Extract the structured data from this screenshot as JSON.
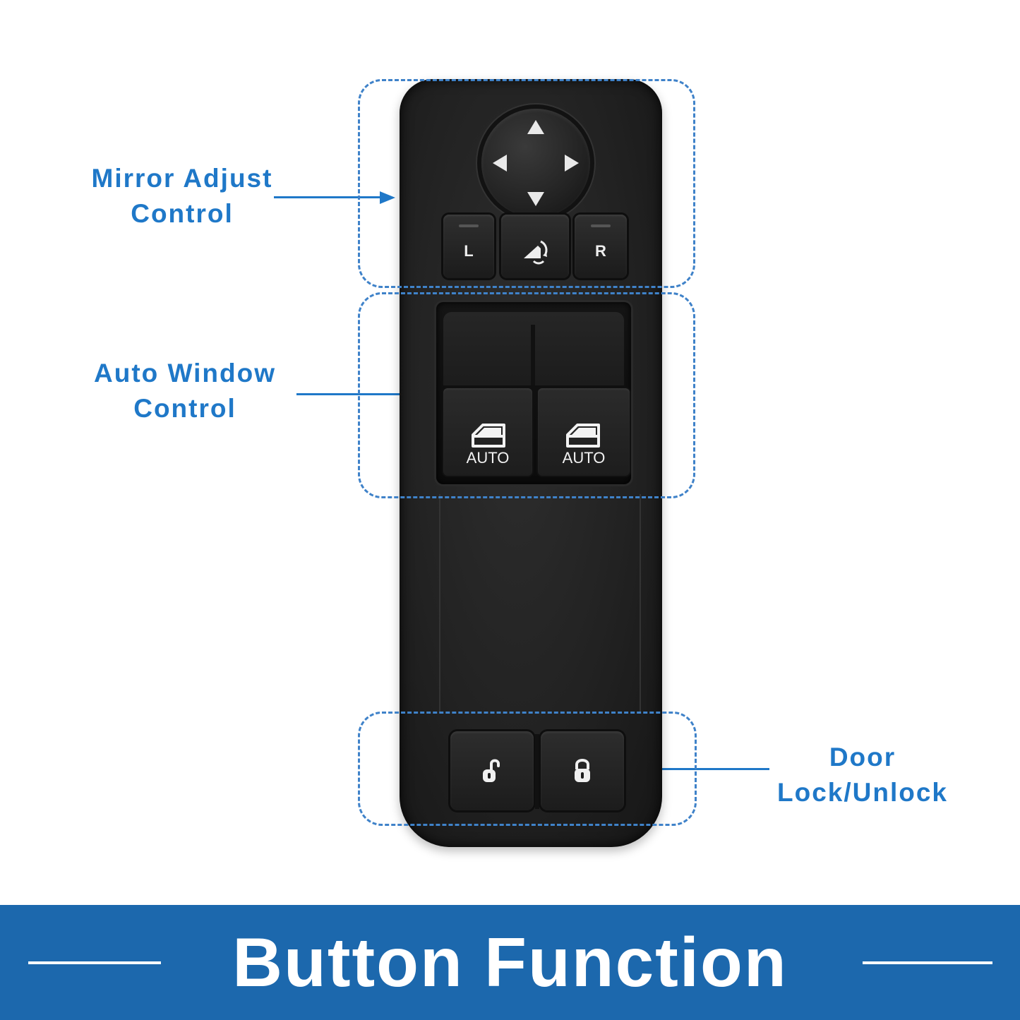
{
  "callouts": {
    "mirror": {
      "line1": "Mirror Adjust",
      "line2": "Control"
    },
    "window": {
      "line1": "Auto Window",
      "line2": "Control"
    },
    "door": {
      "line1": "Door",
      "line2": "Lock/Unlock"
    }
  },
  "switch": {
    "mirror_left": "L",
    "mirror_right": "R",
    "window_left_label": "AUTO",
    "window_right_label": "AUTO"
  },
  "banner": {
    "title": "Button Function"
  },
  "colors": {
    "accent": "#1f78c8",
    "banner": "#1c68ad",
    "panel": "#222222"
  },
  "icons": [
    "arrow-up-icon",
    "arrow-down-icon",
    "arrow-left-icon",
    "arrow-right-icon",
    "mirror-fold-icon",
    "door-window-icon",
    "unlock-icon",
    "lock-icon"
  ]
}
